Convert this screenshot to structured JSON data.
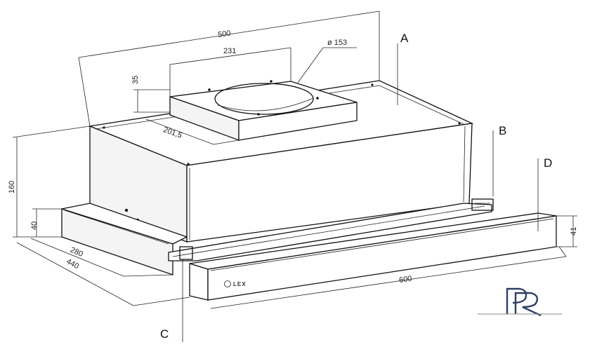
{
  "dimensions": {
    "width_total": "500",
    "duct_flange_width": "231",
    "duct_diameter": "ø 153",
    "flange_height": "35",
    "flange_offset": "201,5",
    "height": "160",
    "slider_height": "40",
    "depth_closed": "280",
    "depth_open": "440",
    "front_width": "600",
    "front_panel_height": "41"
  },
  "callouts": {
    "a": "A",
    "b": "B",
    "c": "C",
    "d": "D"
  },
  "brand": {
    "name": "LEX"
  }
}
